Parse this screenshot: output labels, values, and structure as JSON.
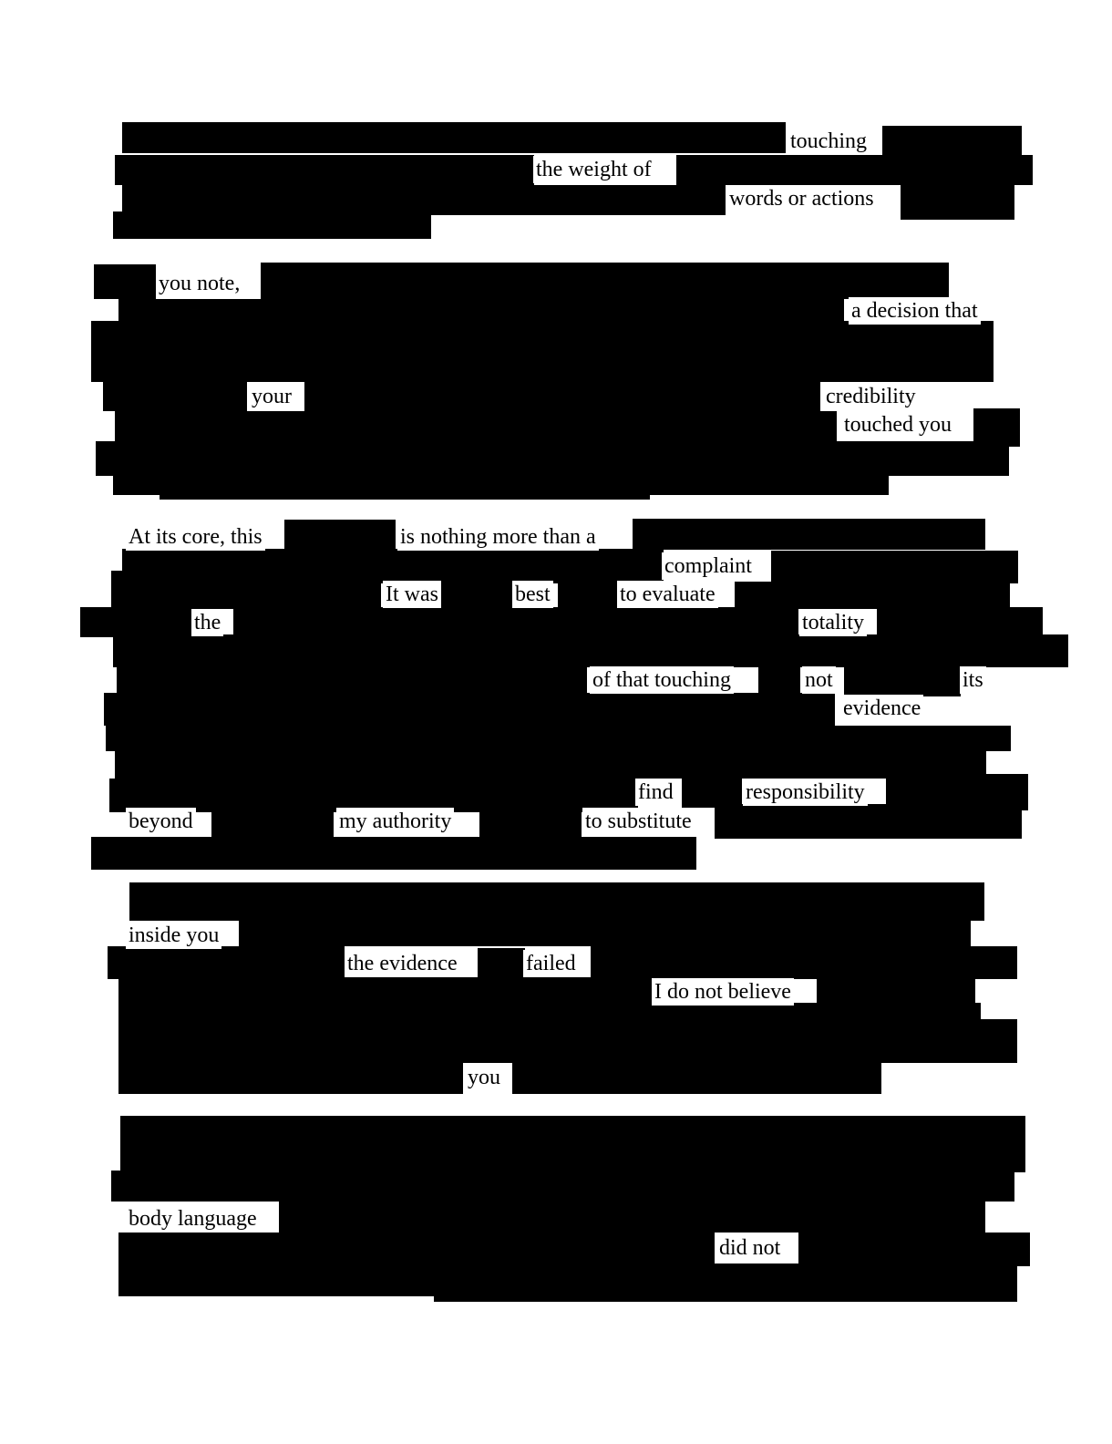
{
  "colors": {
    "redaction": "#000000",
    "paper": "#ffffff",
    "text": "#000000"
  },
  "stanzas": [
    {
      "words": [
        "touching",
        "the weight of",
        "words or actions"
      ]
    },
    {
      "words": [
        "you note,",
        "a decision that",
        "your",
        "credibility",
        "touched you"
      ]
    },
    {
      "words": [
        "At its core, this",
        "is nothing more than a",
        "complaint",
        "It was",
        "best",
        "to evaluate",
        "the",
        "totality",
        "of that touching",
        "not",
        "its",
        "evidence",
        "find",
        "responsibility",
        "beyond",
        "my authority",
        "to substitute"
      ]
    },
    {
      "words": [
        "inside you",
        "the evidence",
        "failed",
        "I do not believe",
        "you"
      ]
    },
    {
      "words": [
        "body language",
        "did not"
      ]
    }
  ]
}
